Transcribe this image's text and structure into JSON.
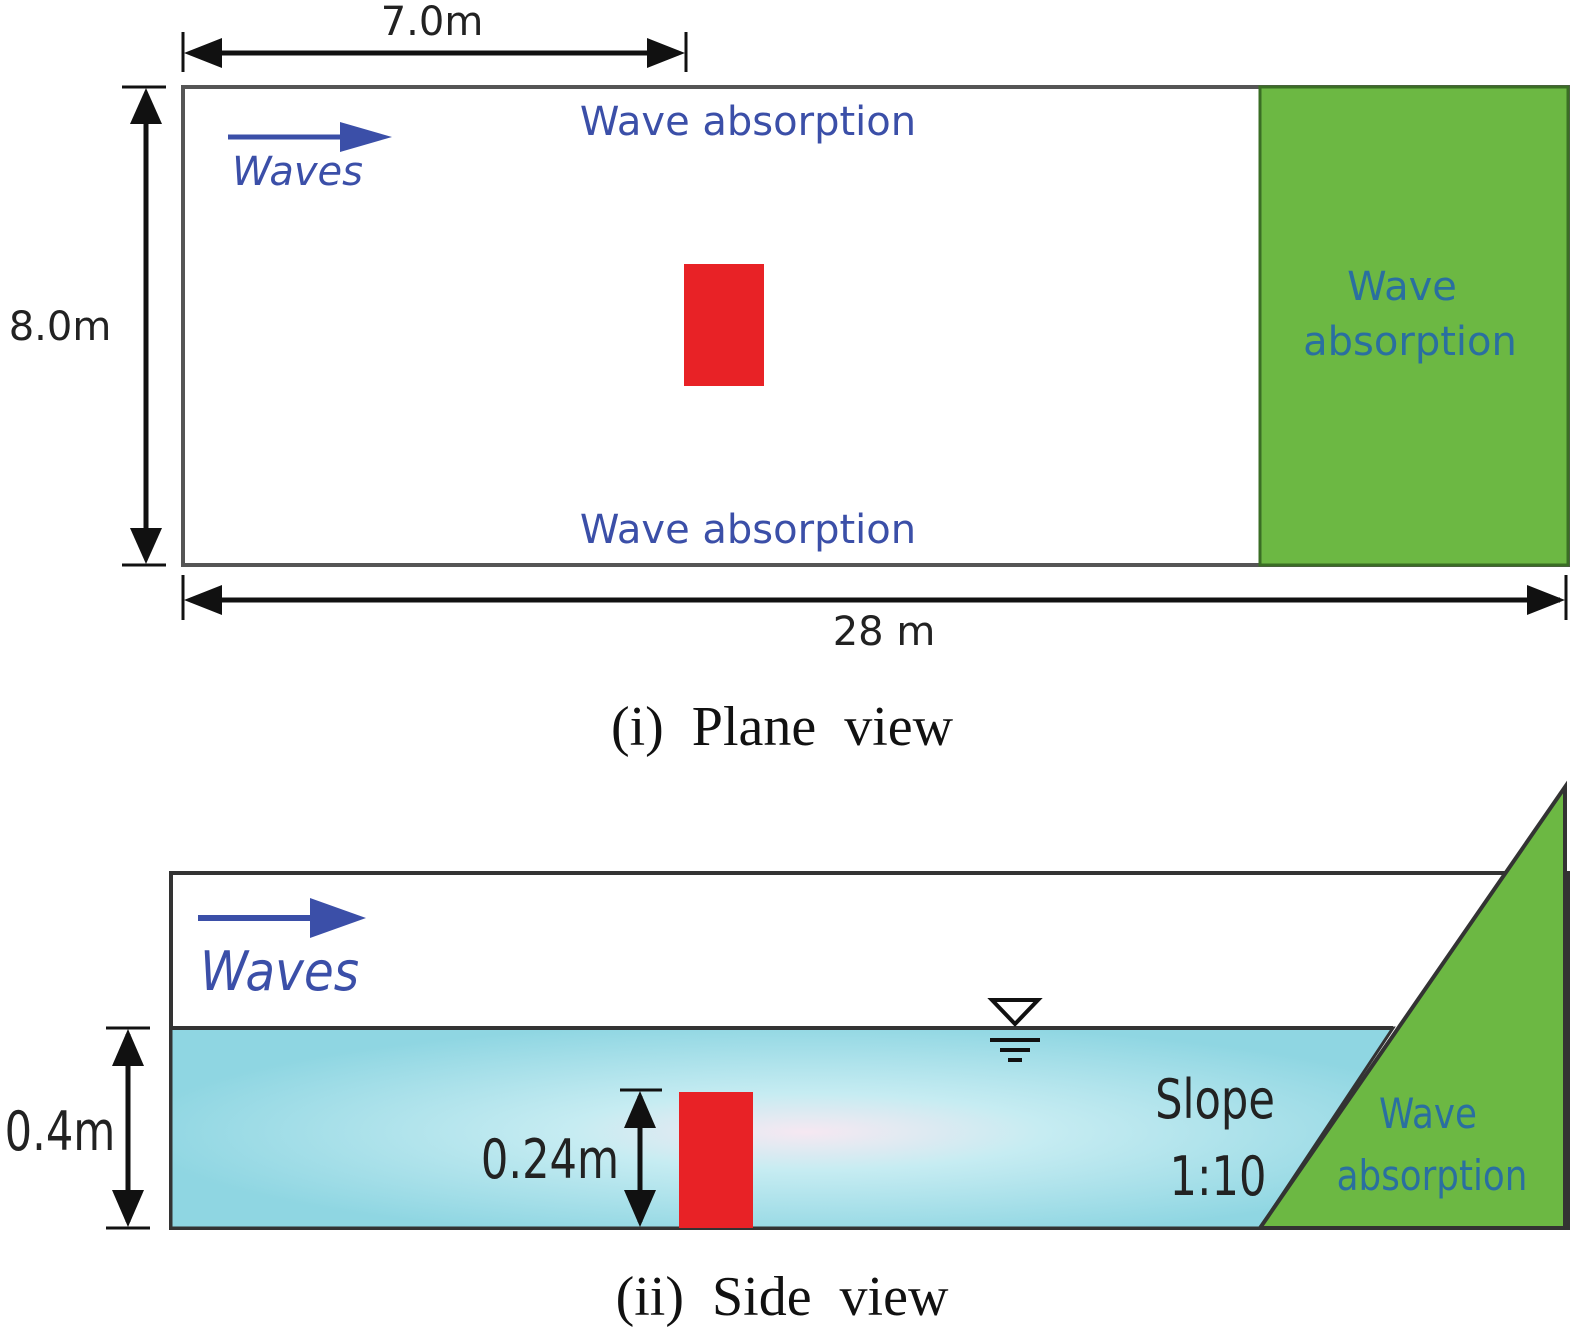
{
  "plane_view": {
    "dim_top": "7.0m",
    "dim_left": "8.0m",
    "dim_bottom": "28 m",
    "waves_label": "Waves",
    "absorption_top": "Wave absorption",
    "absorption_bottom": "Wave absorption",
    "absorption_right_line1": "Wave",
    "absorption_right_line2": "absorption",
    "caption": "(i)  Plane  view"
  },
  "side_view": {
    "waves_label": "Waves",
    "dim_depth": "0.4m",
    "dim_structure": "0.24m",
    "slope_line1": "Slope",
    "slope_line2": "1:10",
    "absorption_line1": "Wave",
    "absorption_line2": "absorption",
    "caption": "(ii)  Side  view"
  },
  "colors": {
    "absorber_green": "#6cb843",
    "structure_red": "#e82226",
    "water_cyan": "#8fd6e2",
    "label_blue": "#3b4fa8",
    "absorber_text": "#2a6fa0"
  }
}
